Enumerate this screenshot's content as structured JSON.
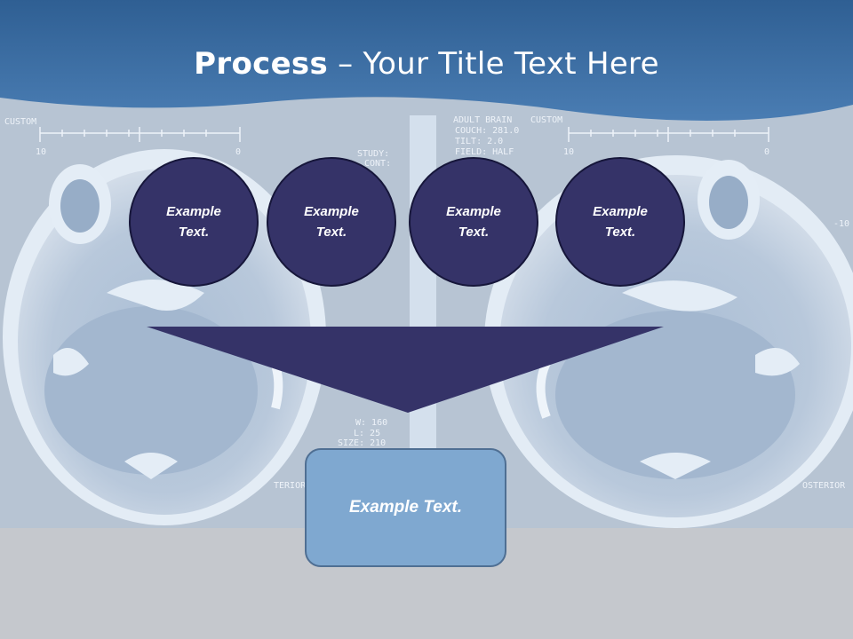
{
  "slide": {
    "title_bold": "Process",
    "title_rest": " – Your Title Text Here",
    "circles": [
      "Example Text.",
      "Example Text.",
      "Example Text.",
      "Example Text."
    ],
    "box_text": "Example Text.",
    "scan_text": {
      "custom_left": "CUSTOM",
      "ten_left": "10",
      "zero_left": "0",
      "header_1": "ADULT BRAIN",
      "header_2": "CUSTOM",
      "couch": "COUCH: 281.0",
      "tilt": "TILT: 2.0",
      "field": "FIELD: HALF",
      "study": "STUDY:",
      "cont": "CONT:",
      "w": "W: 160",
      "l": "L: 25",
      "size": "SIZE: 210",
      "posterior_left": "TERIOR",
      "posterior_right": "OSTERIOR",
      "ten_right": "10",
      "zero_right": "0",
      "minus_ten": "-10"
    }
  },
  "colors": {
    "header_blue": "#3d6da4",
    "circle_fill": "#353368",
    "box_fill": "#7fa8d0",
    "background": "#c5c8cd"
  }
}
